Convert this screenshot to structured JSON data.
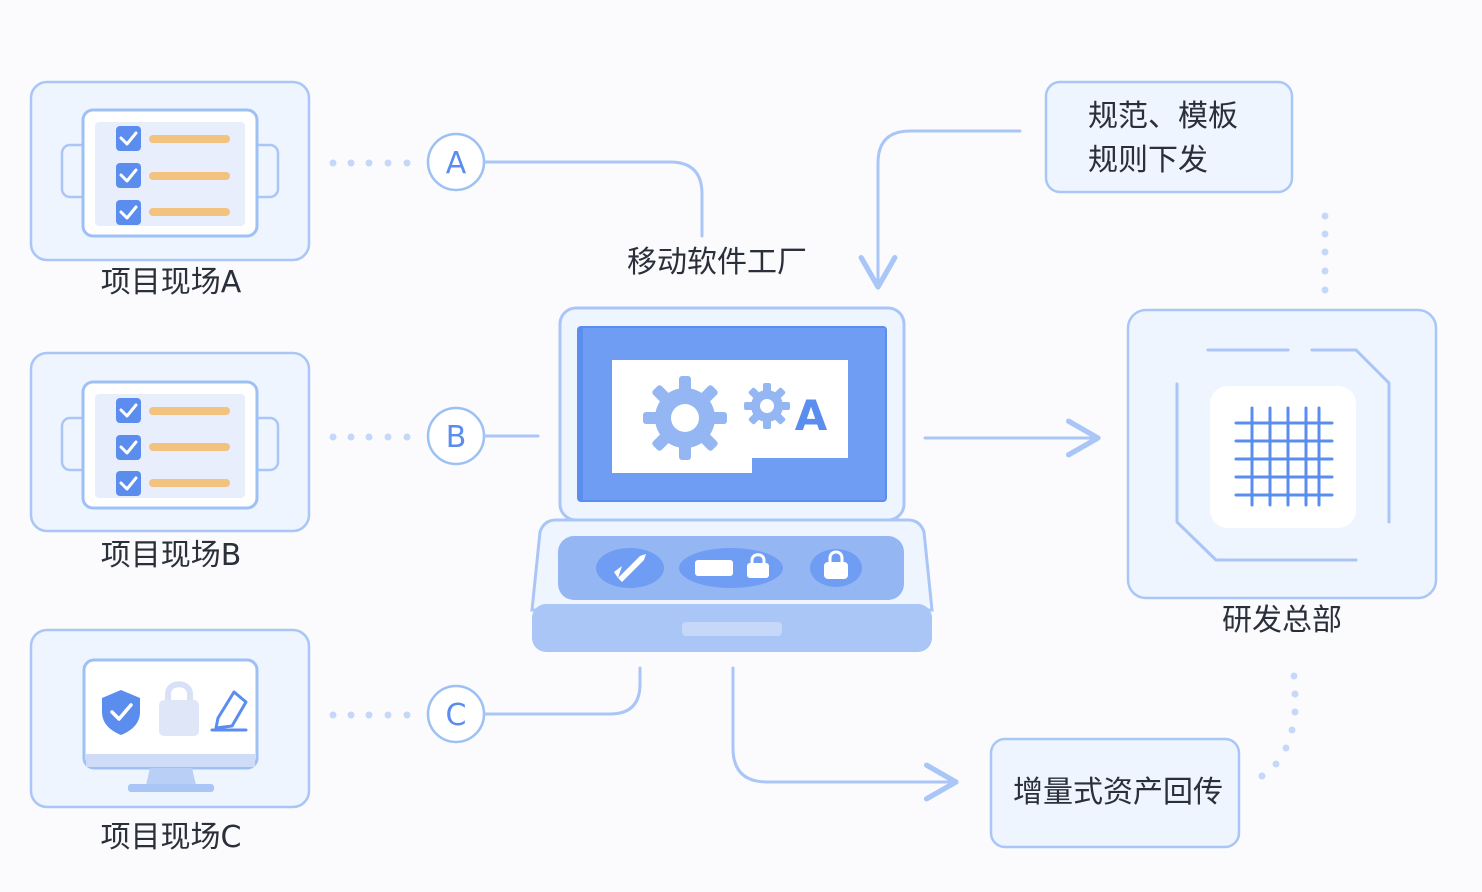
{
  "sites": [
    {
      "label": "项目现场A",
      "marker": "A"
    },
    {
      "label": "项目现场B",
      "marker": "B"
    },
    {
      "label": "项目现场C",
      "marker": "C"
    }
  ],
  "factory": {
    "title": "移动软件工厂",
    "screen_letter": "A"
  },
  "rules_box": {
    "line1": "规范、模板",
    "line2": "规则下发"
  },
  "hq": {
    "label": "研发总部"
  },
  "assets_box": {
    "text": "增量式资产回传"
  },
  "colors": {
    "accent": "#5b8def",
    "light_fill": "#eef5fe",
    "border": "#9dc0f5",
    "line": "#a9c6f7",
    "bar": "#f2c37e"
  }
}
